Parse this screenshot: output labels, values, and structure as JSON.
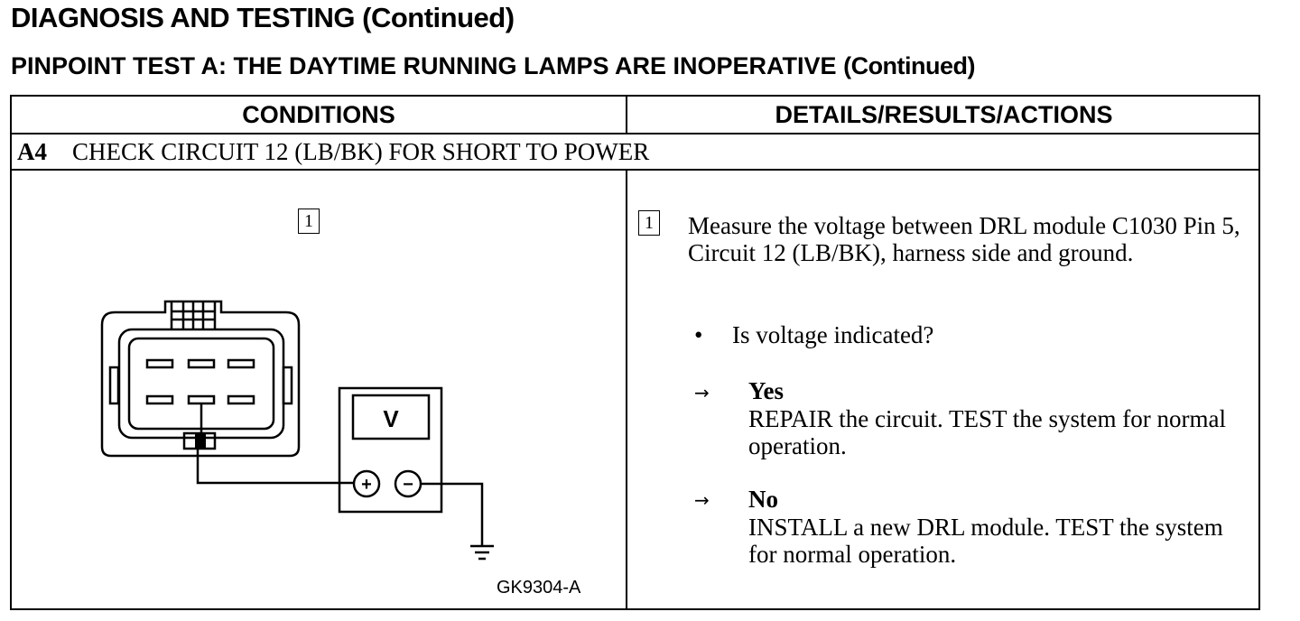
{
  "header": {
    "title": "DIAGNOSIS AND TESTING (Continued)",
    "subtitle_main": "PINPOINT TEST A: THE DAYTIME RUNNING LAMPS ARE INOPERATIVE",
    "subtitle_cont": "(Continued)"
  },
  "table": {
    "conditions_header": "CONDITIONS",
    "details_header": "DETAILS/RESULTS/ACTIONS",
    "step_id": "A4",
    "step_title": "CHECK CIRCUIT 12 (LB/BK) FOR SHORT TO POWER"
  },
  "diagram": {
    "callout": "1",
    "meter_display": "V",
    "plus": "+",
    "minus": "−",
    "figure_id": "GK9304-A"
  },
  "details": {
    "callout": "1",
    "instruction": "Measure the voltage between DRL module C1030 Pin 5, Circuit 12 (LB/BK), harness side and ground.",
    "bullet_mark": "•",
    "question": "Is voltage indicated?",
    "arrow": "→",
    "yes_label": "Yes",
    "yes_action": "REPAIR the circuit. TEST the system for normal operation.",
    "no_label": "No",
    "no_action": "INSTALL a new DRL module. TEST the system for normal operation."
  }
}
